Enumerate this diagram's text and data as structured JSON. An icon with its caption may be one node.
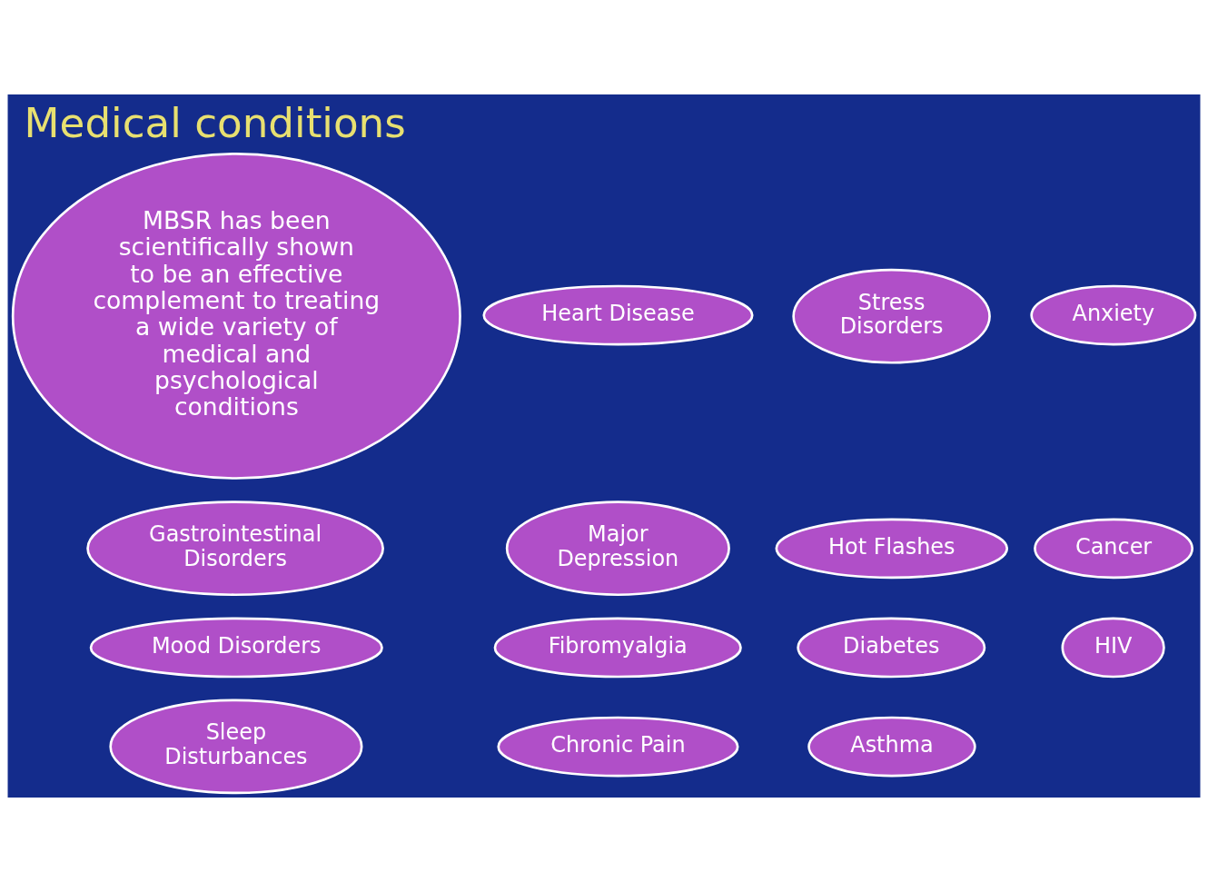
{
  "diagram": {
    "title": "Medical conditions",
    "nodes": [
      {
        "text": [
          "Anxiety"
        ]
      },
      {
        "text": [
          "Stress Disorders"
        ]
      },
      {
        "text": [
          "Asthma"
        ]
      },
      {
        "text": [
          "Cancer"
        ]
      },
      {
        "text": [
          "Sleep Disturbances"
        ]
      },
      {
        "text": [
          "MBSR has been scientifically shown to be an effective complement to treating a wide variety of medical and psychological conditions"
        ]
      },
      {
        "text": [
          "Chronic Pain"
        ]
      },
      {
        "text": [
          "Mood Disorders"
        ]
      },
      {
        "text": [
          "Major Depression"
        ]
      },
      {
        "text": [
          "Diabetes"
        ]
      },
      {
        "text": [
          "Fibromyalgia"
        ]
      },
      {
        "text": [
          "Hot Flashes"
        ]
      },
      {
        "text": [
          "Gastrointestinal Disorders"
        ]
      },
      {
        "text": [
          "HIV"
        ]
      },
      {
        "text": [
          "Heart Disease"
        ]
      }
    ],
    "edges": []
  }
}
